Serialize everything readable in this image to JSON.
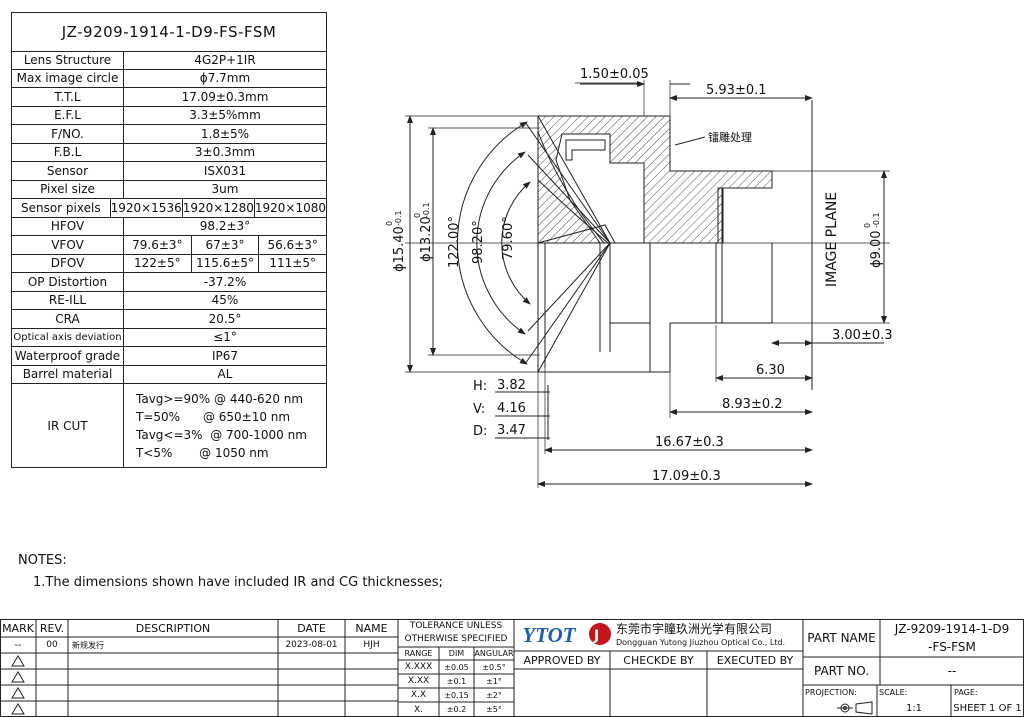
{
  "spec": {
    "title": "JZ-9209-1914-1-D9-FS-FSM",
    "rows": [
      {
        "label": "Lens Structure",
        "value": "4G2P+1IR"
      },
      {
        "label": "Max image circle",
        "value": "ϕ7.7mm"
      },
      {
        "label": "T.T.L",
        "value": "17.09±0.3mm"
      },
      {
        "label": "E.F.L",
        "value": "3.3±5%mm"
      },
      {
        "label": "F/NO.",
        "value": "1.8±5%"
      },
      {
        "label": "F.B.L",
        "value": "3±0.3mm"
      },
      {
        "label": "Sensor",
        "value": "ISX031"
      },
      {
        "label": "Pixel size",
        "value": "3um"
      },
      {
        "label": "Sensor pixels",
        "values": [
          "1920×1536",
          "1920×1280",
          "1920×1080"
        ]
      },
      {
        "label": "HFOV",
        "value": "98.2±3°"
      },
      {
        "label": "VFOV",
        "values": [
          "79.6±3°",
          "67±3°",
          "56.6±3°"
        ]
      },
      {
        "label": "DFOV",
        "values": [
          "122±5°",
          "115.6±5°",
          "111±5°"
        ]
      },
      {
        "label": "OP Distortion",
        "value": "-37.2%"
      },
      {
        "label": "RE-ILL",
        "value": "45%"
      },
      {
        "label": "CRA",
        "value": "20.5°"
      },
      {
        "label": "Optical axis deviation",
        "value": "≤1°"
      },
      {
        "label": "Waterproof grade",
        "value": "IP67"
      },
      {
        "label": "Barrel material",
        "value": "AL"
      }
    ],
    "ircut": {
      "label": "IR CUT",
      "lines": [
        "Tavg>=90% @ 440-620 nm",
        "T=50%      @ 650±10 nm",
        "Tavg<=3%  @ 700-1000 nm",
        "T<5%       @ 1050 nm"
      ]
    }
  },
  "drawing": {
    "dim_top1": "1.50±0.05",
    "dim_top2": "5.93±0.1",
    "note_cn": "镭雕处理",
    "dia1": "ϕ15.40",
    "dia1_tol_up": "0",
    "dia1_tol_dn": "-0.1",
    "dia2": "ϕ13.20",
    "dia2_tol_up": "0",
    "dia2_tol_dn": "-0.1",
    "angle1": "122.00°",
    "angle2": "98.20°",
    "angle3": "79.60°",
    "image_plane": "IMAGE PLANE",
    "dia3": "ϕ9.00",
    "dia3_tol_up": "0",
    "dia3_tol_dn": "-0.1",
    "dim_300": "3.00±0.3",
    "h_label": "H:",
    "h_val": "3.82",
    "v_label": "V:",
    "v_val": "4.16",
    "d_label": "D:",
    "d_val": "3.47",
    "dim_630": "6.30",
    "dim_893": "8.93±0.2",
    "dim_1667": "16.67±0.3",
    "dim_1709": "17.09±0.3"
  },
  "notes": {
    "heading": "NOTES:",
    "item1": "1.The dimensions shown have included IR and CG thicknesses;"
  },
  "titleblock": {
    "headers": {
      "mark": "MARK",
      "rev": "REV.",
      "desc": "DESCRIPTION",
      "date": "DATE",
      "name": "NAME"
    },
    "row1": {
      "mark": "--",
      "rev": "00",
      "desc": "新规发行",
      "date": "2023-08-01",
      "name": "HJH"
    },
    "tol_title1": "TOLERANCE UNLESS",
    "tol_title2": "OTHERWISE SPECIFIED",
    "tol_headers": [
      "RANGE",
      "DIM",
      "ANGULAR"
    ],
    "tol_rows": [
      [
        "X.XXX",
        "±0.05",
        "±0.5°"
      ],
      [
        "X.XX",
        "±0.1",
        "±1°"
      ],
      [
        "X.X",
        "±0.15",
        "±2°"
      ],
      [
        "X.",
        "±0.2",
        "±5°"
      ]
    ],
    "logo": "YTOT",
    "company_cn": "东莞市宇瞳玖洲光学有限公司",
    "company_en": "Dongguan Yutong Jiuzhou Optical Co., Ltd.",
    "approved": "APPROVED BY",
    "checked": "CHECKDE BY",
    "executed": "EXECUTED BY",
    "part_name_label": "PART NAME",
    "part_name": "JZ-9209-1914-1-D9",
    "part_name2": "-FS-FSM",
    "part_no_label": "PART NO.",
    "part_no": "--",
    "projection": "PROJECTION:",
    "scale_label": "SCALE:",
    "scale": "1:1",
    "page_label": "PAGE:",
    "sheet": "SHEET 1 OF 1"
  }
}
